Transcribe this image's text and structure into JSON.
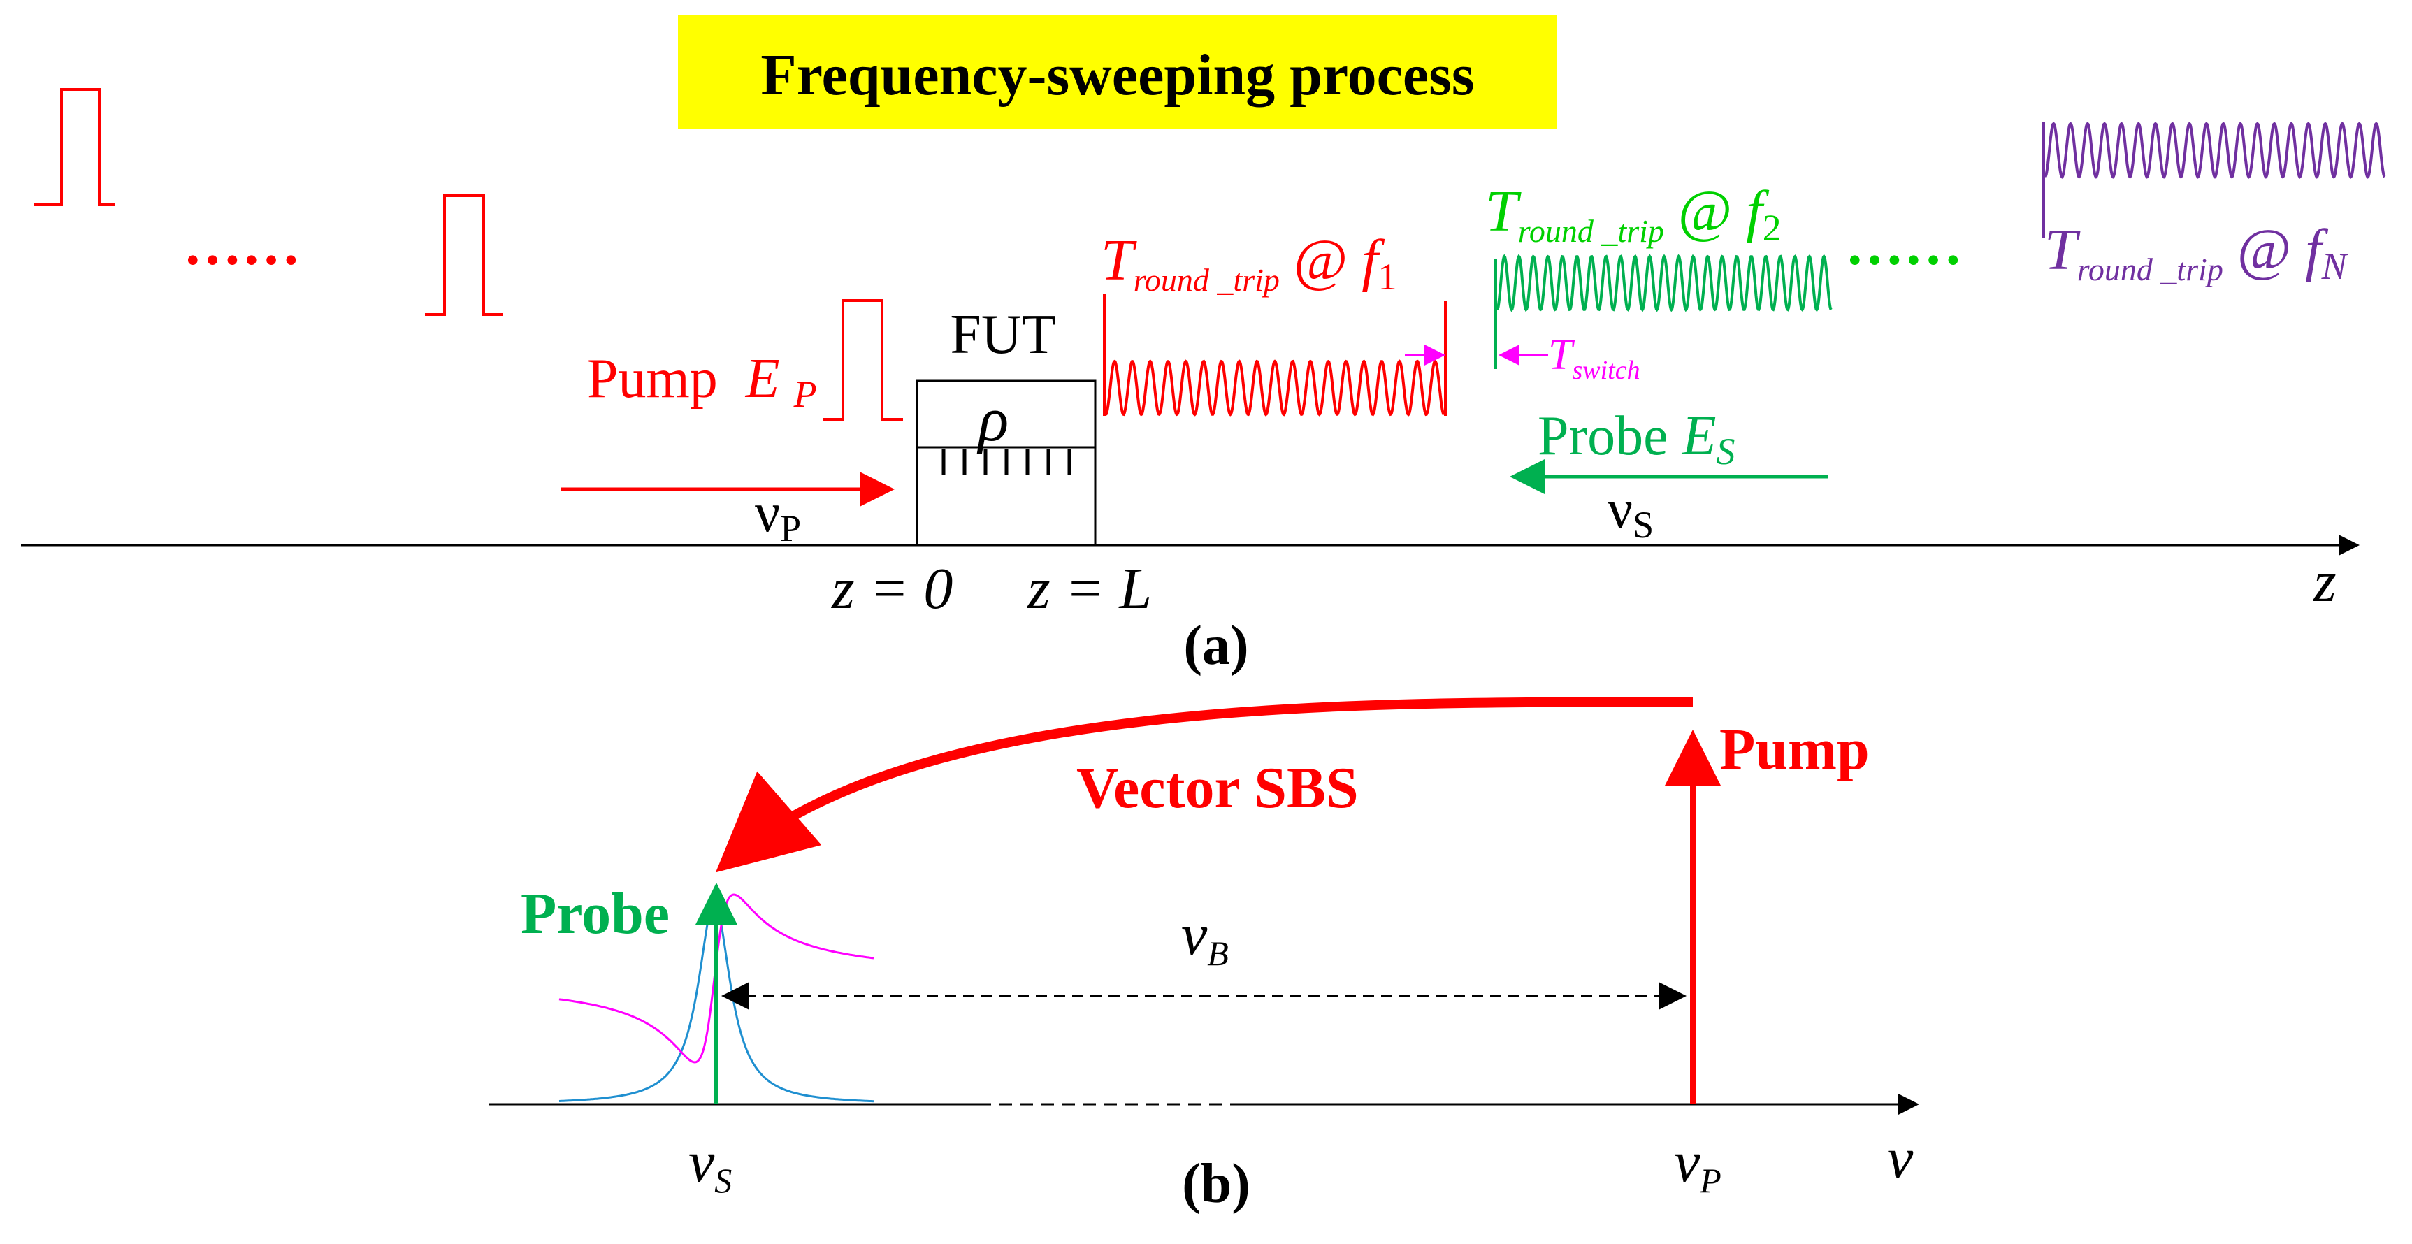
{
  "title": "Frequency-sweeping process",
  "colors": {
    "pump": "#ff0000",
    "probe_green": "#00b050",
    "f2_green": "#00d000",
    "purple": "#7030a0",
    "magenta": "#ff00ff",
    "lorentz_blue": "#1f8fd0",
    "title_bg": "#ffff00",
    "axis": "#000000"
  },
  "panel_a": {
    "pump_label": "Pump",
    "pump_symbol": "E",
    "pump_sub": "P",
    "nu_p_label": "ν",
    "nu_p_sub": "P",
    "fut_label": "FUT",
    "rho_label": "ρ",
    "z0_label": "z = 0",
    "zL_label": "z = L",
    "z_axis_label": "z",
    "t_round_trip": "T",
    "t_sub": "round _trip",
    "at_symbol": "@",
    "f_symbol": "f",
    "f1_sub": "1",
    "f2_sub": "2",
    "fN_sub": "N",
    "t_switch": "T",
    "t_switch_sub": "switch",
    "probe_label": "Probe",
    "probe_symbol": "E",
    "probe_sub": "S",
    "nu_s_label": "ν",
    "nu_s_sub": "S",
    "dots": "……",
    "panel_label": "(a)"
  },
  "panel_b": {
    "vector_sbs_label": "Vector SBS",
    "pump_label": "Pump",
    "probe_label": "Probe",
    "nu_b_label": "ν",
    "nu_b_sub": "B",
    "nu_s_label": "ν",
    "nu_s_sub": "S",
    "nu_p_label": "ν",
    "nu_p_sub": "P",
    "nu_axis_label": "ν",
    "panel_label": "(b)"
  }
}
